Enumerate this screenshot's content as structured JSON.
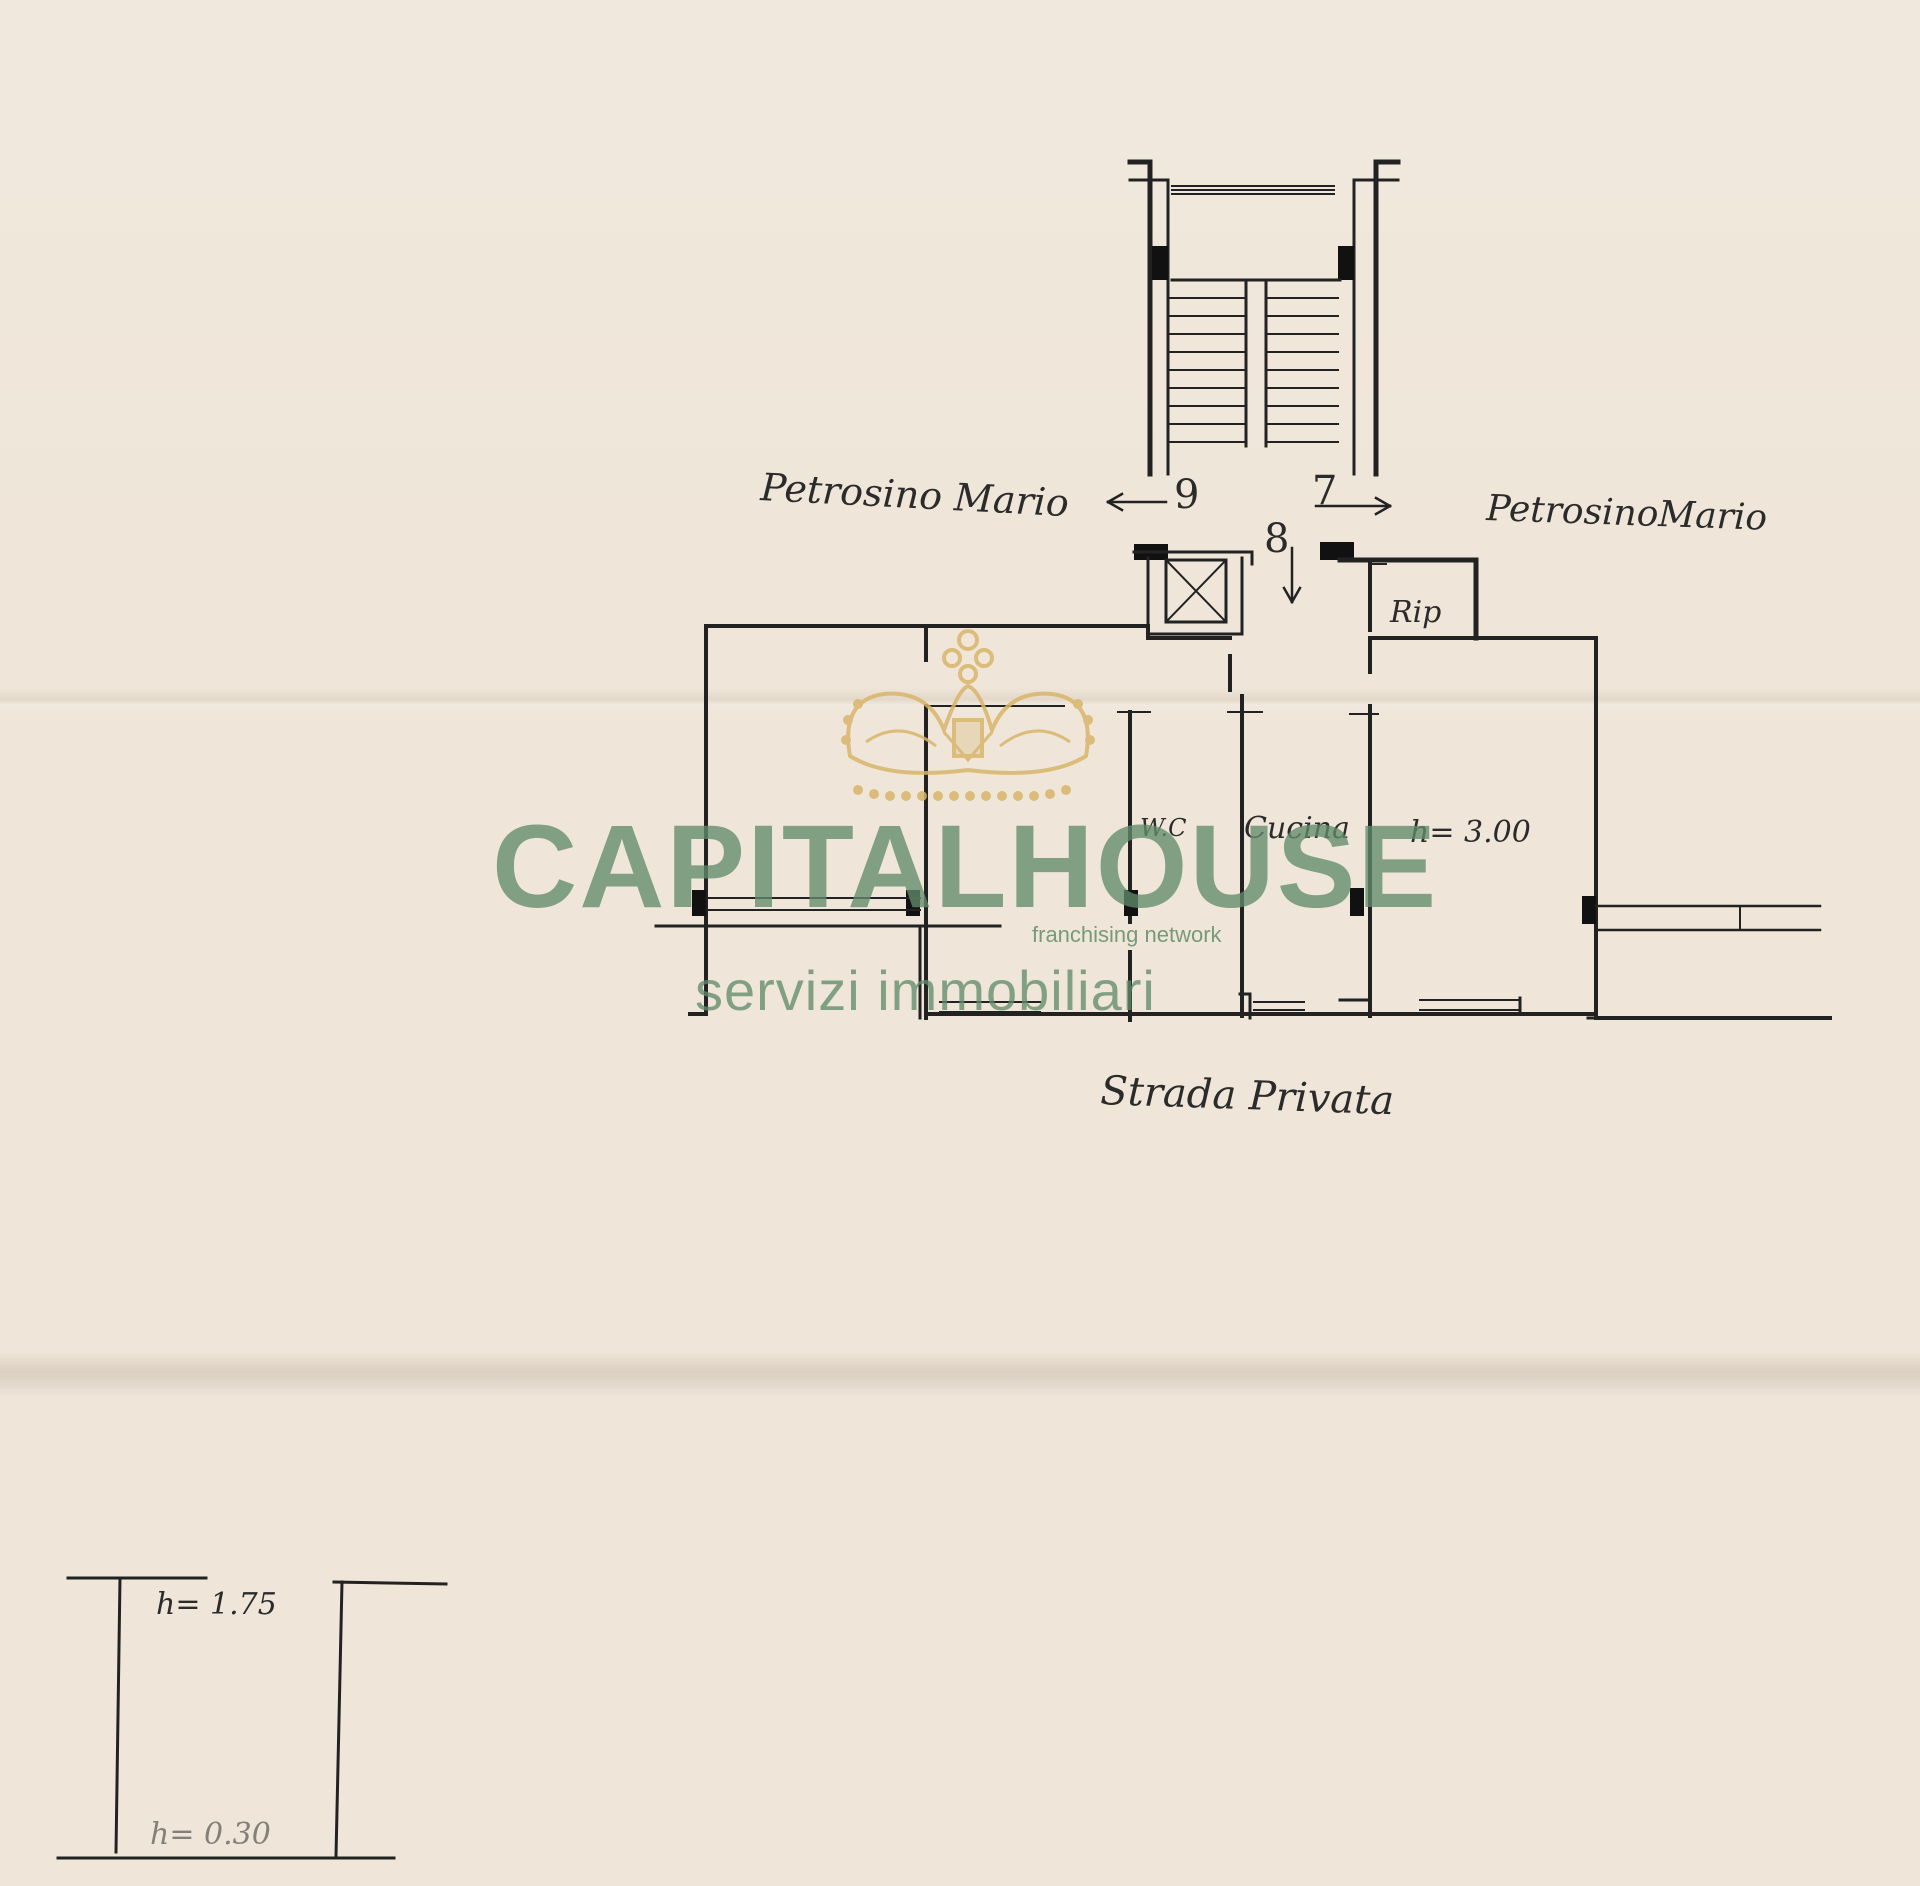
{
  "labels": {
    "neighbor_left": "Petrosino Mario",
    "neighbor_right": "PetrosinoMario",
    "stair_num_left": "9",
    "stair_num_mid": "8",
    "stair_num_right": "7",
    "room_rip": "Rip",
    "room_wc": "W.C",
    "room_cucina": "Cucina",
    "height_main": "h= 3.00",
    "street": "Strada Privata",
    "section_height_top": "h= 1.75",
    "section_height_bottom": "h= 0.30"
  },
  "watermark": {
    "brand": "CAPITALHOUSE",
    "tagline": "franchising network",
    "services": "servizi immobiliari",
    "color": "#628c6a",
    "crown_color": "#d8b56a"
  }
}
